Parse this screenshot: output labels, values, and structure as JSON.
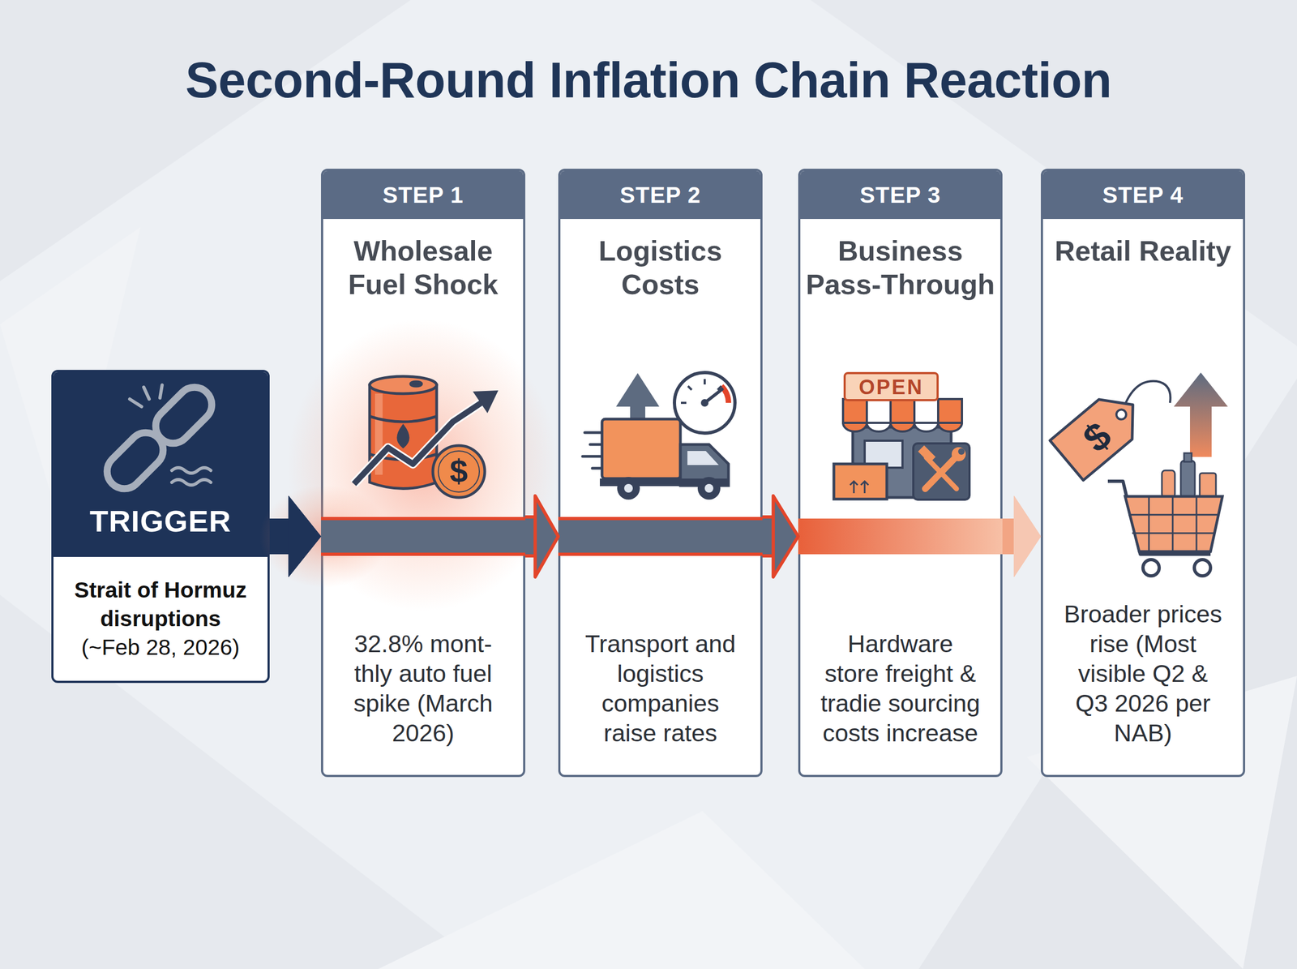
{
  "diagram": {
    "title": "Second-Round Inflation Chain Reaction",
    "nodes": [
      {
        "text": [
          "TRIGGER",
          "Strait of Hormuz disruptions",
          "(~Feb 28, 2026)"
        ]
      },
      {
        "text": [
          "STEP 1",
          "Wholesale Fuel Shock",
          "32.8% mont- thly auto fuel spike (March 2026)"
        ]
      },
      {
        "text": [
          "STEP 2",
          "Logistics Costs",
          "Transport and logistics companies raise rates"
        ]
      },
      {
        "text": [
          "STEP 3",
          "Business Pass-Through",
          "Hardware store freight & tradie sourcing costs increase"
        ]
      },
      {
        "text": [
          "STEP 4",
          "Retail Reality",
          "Broader prices rise (Most visible Q2 & Q3 2026 per NAB)"
        ]
      }
    ],
    "edges": [
      {
        "from": 0,
        "to": 1,
        "arrow": "to"
      },
      {
        "from": 1,
        "to": 2,
        "arrow": "to"
      },
      {
        "from": 2,
        "to": 3,
        "arrow": "to"
      },
      {
        "from": 3,
        "to": 4,
        "arrow": "to"
      }
    ],
    "labels": [
      "$",
      "OPEN",
      "$"
    ]
  }
}
